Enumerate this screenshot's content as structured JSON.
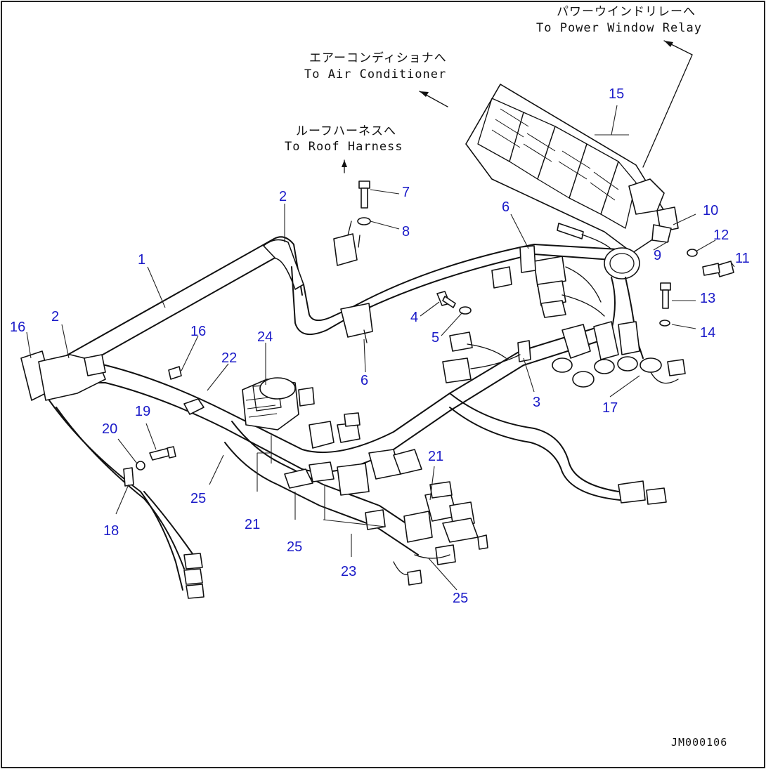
{
  "notes": {
    "power_window_jp": "パワーウインドリレーへ",
    "power_window_en": "To Power Window Relay",
    "air_conditioner_jp": "エアーコンディショナへ",
    "air_conditioner_en": "To Air Conditioner",
    "roof_harness_jp": "ルーフハーネスへ",
    "roof_harness_en": "To Roof Harness"
  },
  "drawing_code": "JM000106",
  "callouts": [
    "1",
    "2",
    "2",
    "3",
    "4",
    "5",
    "6",
    "6",
    "7",
    "8",
    "9",
    "10",
    "11",
    "12",
    "13",
    "14",
    "15",
    "16",
    "16",
    "17",
    "18",
    "19",
    "20",
    "21",
    "21",
    "22",
    "23",
    "24",
    "25",
    "25",
    "25"
  ],
  "colors": {
    "callout": "#1a1ac8",
    "line": "#111111"
  }
}
